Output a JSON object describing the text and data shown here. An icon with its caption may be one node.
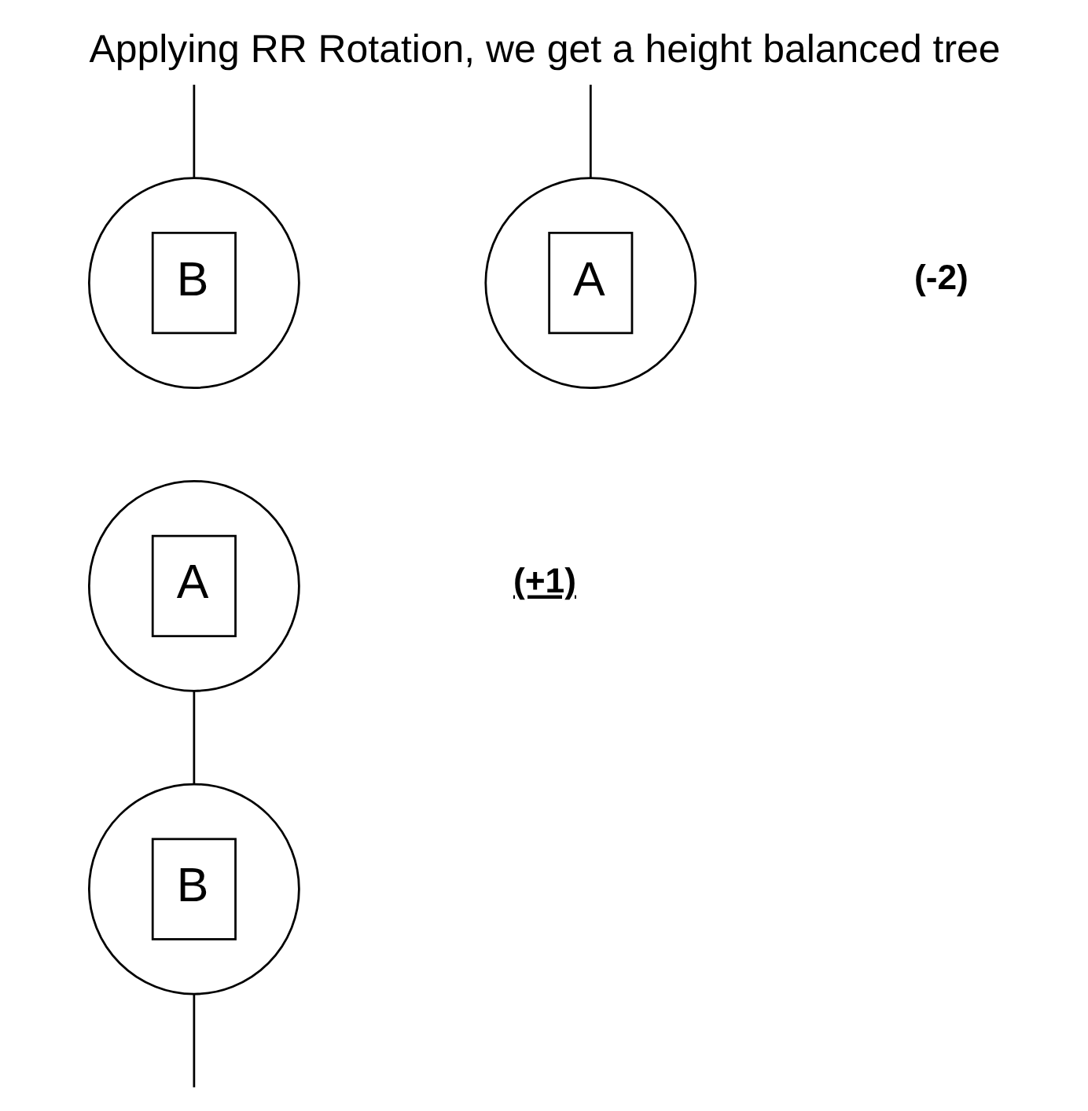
{
  "diagram": {
    "title": "Applying RR Rotation, we get a height balanced tree",
    "nodes": [
      {
        "text": [
          "B"
        ]
      },
      {
        "text": [
          "A"
        ]
      },
      {
        "text": [
          "A"
        ]
      },
      {
        "text": [
          "B"
        ]
      }
    ],
    "edges": [
      {
        "from": null,
        "to": 0,
        "arrow": "none"
      },
      {
        "from": null,
        "to": 1,
        "arrow": "none"
      },
      {
        "from": 2,
        "to": 3,
        "arrow": "none"
      },
      {
        "from": 3,
        "to": null,
        "arrow": "none"
      }
    ],
    "labels": [
      "(-2)",
      "(+1)"
    ]
  }
}
